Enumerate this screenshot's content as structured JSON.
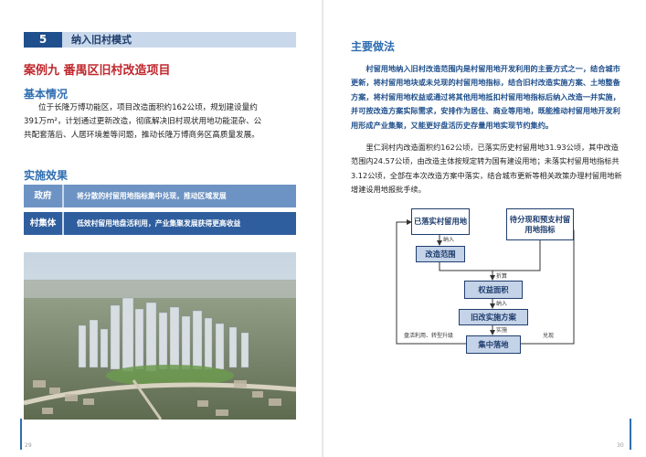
{
  "left": {
    "section_num": "5",
    "section_title": "纳入旧村模式",
    "case_title": "案例九  番禺区旧村改造项目",
    "basic_heading": "基本情况",
    "basic_lines": [
      "位于长隆万博功能区，项目改造面积约162公顷，规划建设量约",
      "391万m²，计划通过更新改造，彻底解决旧村现状用地功能混杂、公",
      "共配套落后、人居环境差等问题，推动长隆万博商务区高质量发展。"
    ],
    "effect_heading": "实施效果",
    "rows": [
      {
        "label": "政府",
        "text": "将分散的村留用地指标集中兑现，推动区域发展",
        "color": "#6d93c4"
      },
      {
        "label": "村集体",
        "text": "低效村留用地盘活利用，产业集聚发展获得更高收益",
        "color": "#2f5e9e"
      }
    ],
    "page_number": "29"
  },
  "right": {
    "measures_heading": "主要做法",
    "measures_text": "村留用地纳入旧村改造范围内是村留用地开发利用的主要方式之一，结合城市更新，将村留用地块或未兑现的村留用地指标，结合旧村改造实施方案、土地整备方案，将村留用地权益或通过将其他用地抵扣村留用地指标后纳入改造一并实施，并可按改造方案实际需求，安排作为居住、商业等用地，既能推动村留用地开发利用形成产业集聚，又能更好盘活历史存量用地实现节约集约。",
    "para2_text": "里仁洞村内改造面积约162公顷，已落实历史村留用地31.93公顷，其中改造范围内24.57公顷，由改造主体按规定转为国有建设用地；未落实村留用地指标共3.12公顷，全部在本次改造方案中落实，结合城市更新等相关政策办理村留用地新增建设用地报批手续。",
    "flow": {
      "box1": "已落实村留用地",
      "box2": "待分现和预支村留用地指标",
      "box3": "改造范围",
      "box4": "权益面积",
      "box5": "旧改实施方案",
      "box6": "集中落地",
      "lbl_naru1": "纳入",
      "lbl_zhesuan": "折算",
      "lbl_naru2": "纳入",
      "lbl_shishi": "实施",
      "lbl_left": "盘活利用、转型升级",
      "lbl_right": "兑现"
    },
    "page_number": "30"
  },
  "colors": {
    "accent_blue": "#1f4f8c",
    "light_blue": "#c9d8ea",
    "case_red": "#c0282e"
  }
}
